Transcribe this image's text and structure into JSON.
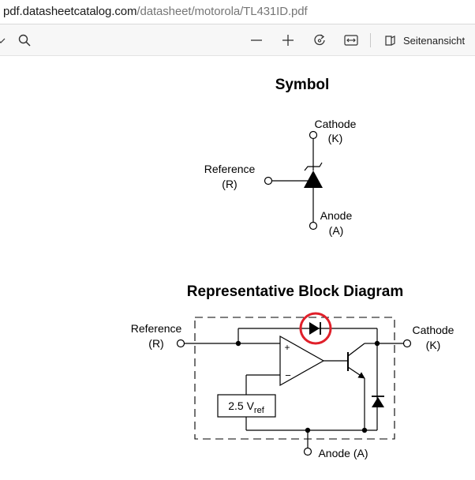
{
  "browser": {
    "url_host": "pdf.datasheetcatalog.com",
    "url_path": "/datasheet/motorola/TL431ID.pdf"
  },
  "pdf_toolbar": {
    "view_button_label": "Seitenansicht",
    "icons": [
      "chevron-down-icon",
      "search-icon",
      "zoom-out-icon",
      "zoom-in-icon",
      "rotate-icon",
      "fit-width-icon",
      "page-view-icon"
    ]
  },
  "symbol_section": {
    "title": "Symbol",
    "cathode_label": "Cathode",
    "cathode_pin": "(K)",
    "reference_label": "Reference",
    "reference_pin": "(R)",
    "anode_label": "Anode",
    "anode_pin": "(A)"
  },
  "block_diagram": {
    "title": "Representative Block Diagram",
    "reference_label": "Reference",
    "reference_pin": "(R)",
    "cathode_label": "Cathode",
    "cathode_pin": "(K)",
    "plus_sign": "+",
    "minus_sign": "−",
    "vref_prefix": "2.5 V",
    "vref_subscript": "ref",
    "anode_label": "Anode (A)",
    "highlight_color": "#e0202a"
  }
}
